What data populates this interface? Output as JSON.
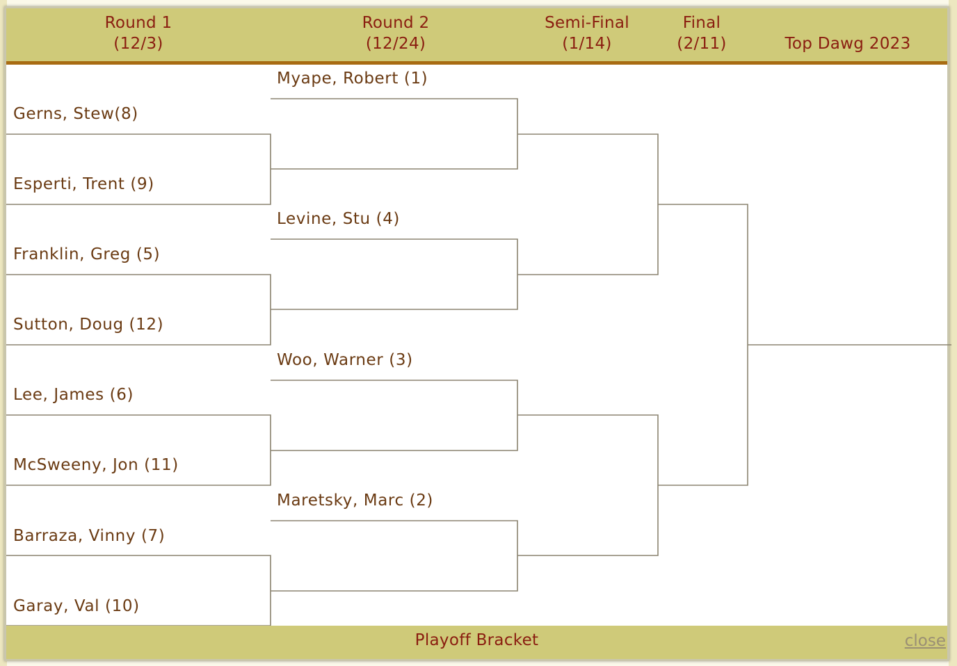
{
  "rounds": [
    {
      "label": "Round 1\n(12/3)"
    },
    {
      "label": "Round 2\n(12/24)"
    },
    {
      "label": "Semi-Final\n(1/14)"
    },
    {
      "label": "Final\n(2/11)"
    },
    {
      "label": "Top Dawg 2023"
    }
  ],
  "round1": [
    "Gerns, Stew(8)",
    "Esperti, Trent (9)",
    "Franklin, Greg (5)",
    "Sutton, Doug (12)",
    "Lee, James (6)",
    "McSweeny, Jon (11)",
    "Barraza, Vinny (7)",
    "Garay, Val (10)"
  ],
  "round2": [
    "Myape, Robert (1)",
    "Levine, Stu (4)",
    "Woo, Warner (3)",
    "Maretsky, Marc (2)"
  ],
  "footer": {
    "title": "Playoff Bracket",
    "close_label": "close"
  },
  "colors": {
    "header_bg": "#cfca79",
    "header_text": "#8a1d10",
    "player_text": "#6a3a12",
    "line": "#8b8470",
    "header_border": "#a86b12"
  }
}
